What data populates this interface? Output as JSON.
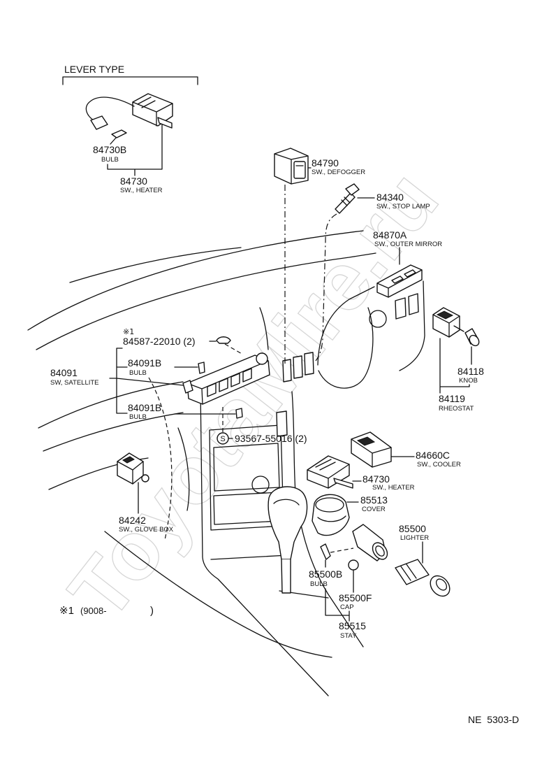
{
  "diagram": {
    "lever_type_label": "LEVER TYPE",
    "watermark": "ToyotaMire.ru",
    "footer_code": "NE  5303-D",
    "note": {
      "marker": "※1",
      "range": "(9008-",
      "close": ")"
    }
  },
  "callouts": [
    {
      "number": "84730B",
      "name": "BULB"
    },
    {
      "number": "84730",
      "name": "SW., HEATER"
    },
    {
      "number": "84790",
      "name": "SW., DEFOGGER"
    },
    {
      "number": "84340",
      "name": "SW., STOP LAMP"
    },
    {
      "number": "84870A",
      "name": "SW., OUTER MIRROR"
    },
    {
      "number": "84587-22010 (2)",
      "marker": "※1"
    },
    {
      "number": "84091",
      "name": "SW, SATELLITE"
    },
    {
      "number": "84091B",
      "name": "BULB"
    },
    {
      "number": "84091B",
      "name": "BULB"
    },
    {
      "number": "93567-55016 (2)",
      "marker": "S"
    },
    {
      "number": "84660C",
      "name": "SW., COOLER"
    },
    {
      "number": "84730",
      "name": "SW., HEATER"
    },
    {
      "number": "85513",
      "name": "COVER"
    },
    {
      "number": "85500",
      "name": "LIGHTER"
    },
    {
      "number": "84242",
      "name": "SW., GLOVE BOX"
    },
    {
      "number": "84118",
      "name": "KNOB"
    },
    {
      "number": "84119",
      "name": "RHEOSTAT"
    },
    {
      "number": "85500B",
      "name": "BULB"
    },
    {
      "number": "85500F",
      "name": "CAP"
    },
    {
      "number": "85515",
      "name": "STAY"
    }
  ]
}
